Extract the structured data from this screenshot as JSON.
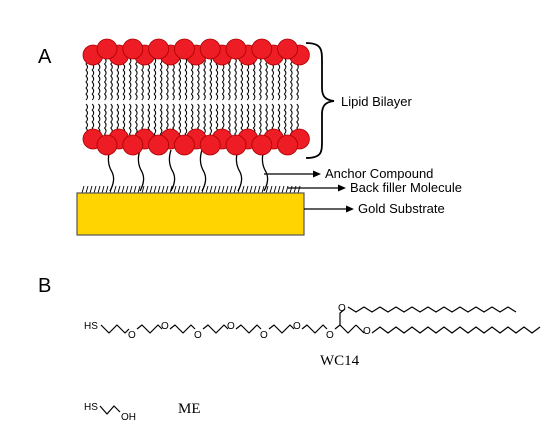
{
  "panels": {
    "a_label": "A",
    "b_label": "B"
  },
  "callouts": {
    "lipid_bilayer": "Lipid Bilayer",
    "anchor_compound": "Anchor Compound",
    "back_filler": "Back filler Molecule",
    "gold_substrate": "Gold Substrate"
  },
  "structures": {
    "wc14_caption": "WC14",
    "me_caption": "ME",
    "atom_hs": "HS",
    "atom_o": "O",
    "atom_oh": "OH"
  },
  "colors": {
    "lipid_head": "#ee1c25",
    "lipid_head_stroke": "#a80000",
    "gold_fill": "#ffd400",
    "gold_stroke": "#555555",
    "line": "#000000"
  }
}
